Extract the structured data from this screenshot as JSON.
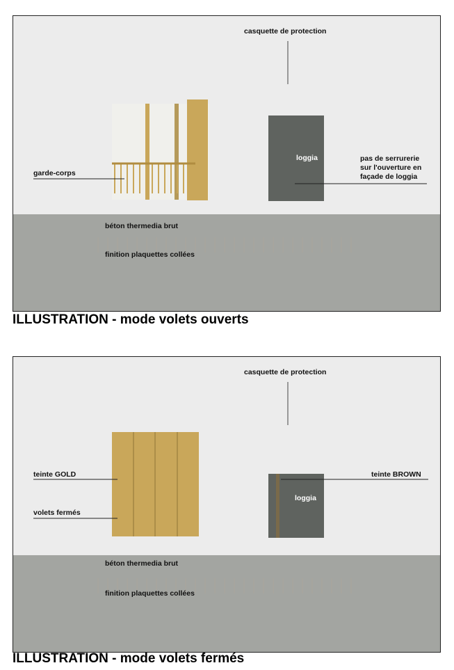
{
  "panels": [
    {
      "caption": "ILLUSTRATION - mode volets ouverts",
      "labels": {
        "roof": "casquette de protection",
        "railing": "garde-corps",
        "loggia": "loggia",
        "note": [
          "pas de serrurerie",
          "sur l'ouverture en",
          "façade de loggia"
        ],
        "concrete": "béton thermedia brut",
        "tiles": "finition plaquettes collées"
      }
    },
    {
      "caption": "ILLUSTRATION - mode volets fermés",
      "labels": {
        "roof": "casquette de protection",
        "gold": "teinte GOLD",
        "shutters": "volets fermés",
        "brown": "teinte BROWN",
        "loggia": "loggia",
        "concrete": "béton thermedia brut",
        "tiles": "finition plaquettes collées"
      }
    }
  ],
  "colors": {
    "gold": "#c9a75a",
    "brown": "#5f635f",
    "wood": "#c8b98a"
  }
}
